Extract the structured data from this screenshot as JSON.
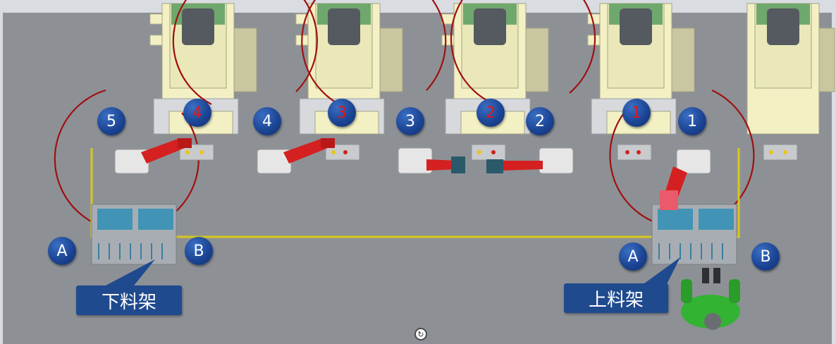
{
  "machines": {
    "red_labels": [
      "4",
      "3",
      "2",
      "1"
    ]
  },
  "robots": {
    "labels": [
      "5",
      "4",
      "3",
      "2",
      "1"
    ]
  },
  "racks": {
    "left_a": "A",
    "left_b": "B",
    "right_a": "A",
    "right_b": "B",
    "unload_label": "下料架",
    "load_label": "上料架"
  },
  "colors": {
    "floor": "#8d9196",
    "machine_body": "#f3f1c4",
    "machine_top": "#6fa86c",
    "reach_circle": "#a01010",
    "fence": "#d8c81a",
    "badge": "#1c4595",
    "callout": "#1f4a8e",
    "robot": "#d42020",
    "operator": "#33b233"
  },
  "icons": {
    "rotate": "rotate-icon"
  }
}
